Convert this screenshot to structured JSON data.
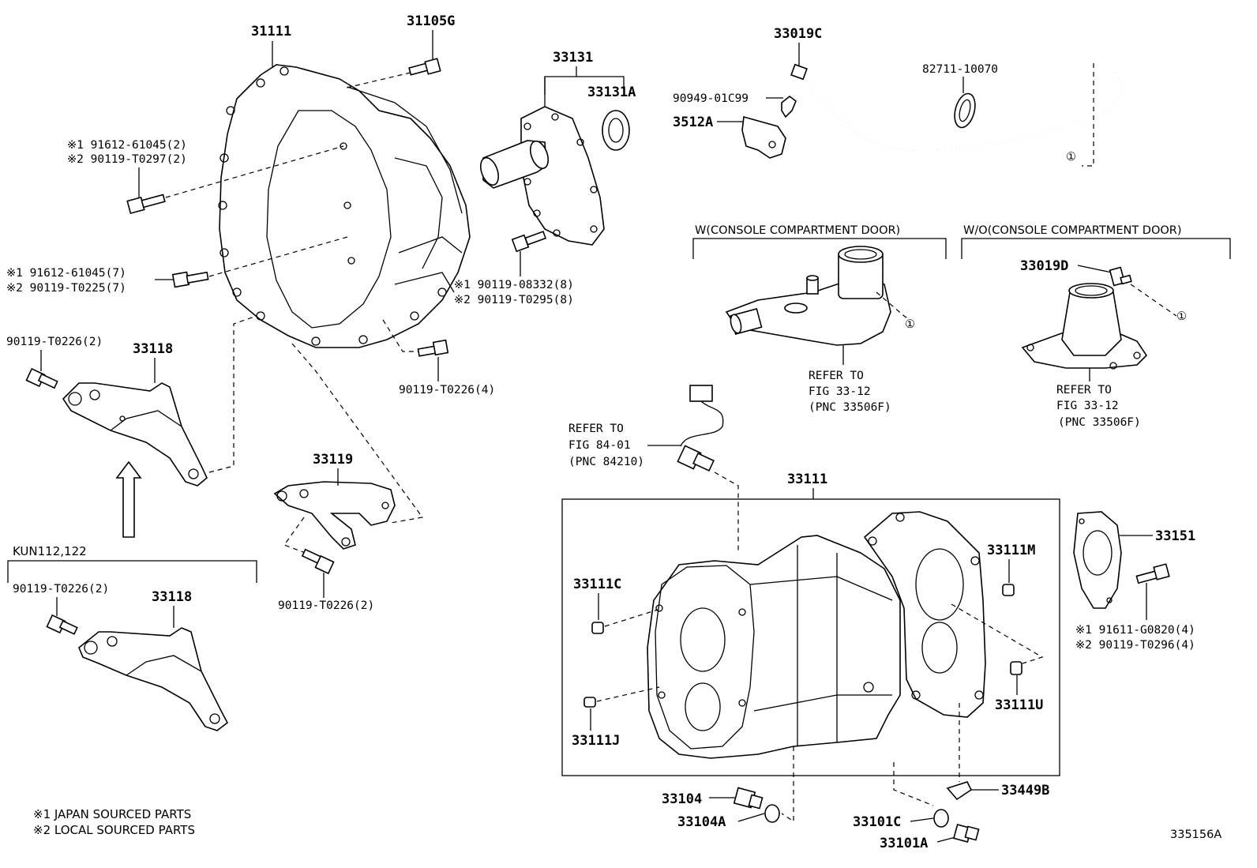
{
  "diagram_id": "335156A",
  "footnotes": [
    "※1 JAPAN SOURCED PARTS",
    "※2 LOCAL SOURCED PARTS"
  ],
  "variant_label": "KUN112,122",
  "sections": {
    "with_door": "W(CONSOLE COMPARTMENT DOOR)",
    "without_door": "W/O(CONSOLE COMPARTMENT DOOR)"
  },
  "circle_ref": "①",
  "parts": {
    "p31111": "31111",
    "p31105G": "31105G",
    "p33131": "33131",
    "p33131A": "33131A",
    "p33019C": "33019C",
    "p82711": "82711-10070",
    "p90949": "90949-01C99",
    "p3512A": "3512A",
    "b1_line1": "※1 91612-61045(2)",
    "b1_line2": "※2 90119-T0297(2)",
    "b2_line1": "※1 91612-61045(7)",
    "b2_line2": "※2 90119-T0225(7)",
    "b3": "90119-T0226(2)",
    "p33118a": "33118",
    "b4_line1": "※1 90119-08332(8)",
    "b4_line2": "※2 90119-T0295(8)",
    "b5": "90119-T0226(4)",
    "p33119": "33119",
    "b6": "90119-T0226(2)",
    "b7": "90119-T0226(2)",
    "p33118b": "33118",
    "p33019D": "33019D",
    "p33111": "33111",
    "p33111C": "33111C",
    "p33111J": "33111J",
    "p33111M": "33111M",
    "p33111U": "33111U",
    "p33151": "33151",
    "b8_line1": "※1 91611-G0820(4)",
    "b8_line2": "※2 90119-T0296(4)",
    "p33104": "33104",
    "p33104A": "33104A",
    "p33101C": "33101C",
    "p33101A": "33101A",
    "p33449B": "33449B"
  },
  "refs": {
    "ref1": [
      "REFER TO",
      "FIG 84-01",
      "(PNC 84210)"
    ],
    "ref2": [
      "REFER TO",
      "FIG 33-12",
      "(PNC 33506F)"
    ],
    "ref3": [
      "REFER TO",
      "FIG 33-12",
      "(PNC 33506F)"
    ]
  }
}
